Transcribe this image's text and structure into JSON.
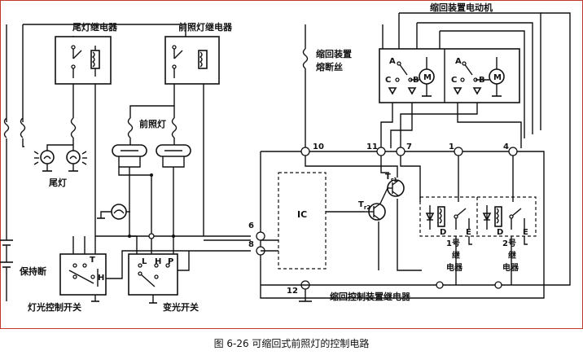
{
  "labels": {
    "tail_relay": "尾灯继电器",
    "headlight_relay": "前照灯继电器",
    "retract_motor": "缩回装置电动机",
    "retract_fuse_1": "缩回装置",
    "retract_fuse_2": "熔断丝",
    "headlight": "前照灯",
    "tail_lamp": "尾灯",
    "ic": "IC",
    "hold_break": "保持断",
    "light_switch": "灯光控制开关",
    "dimmer_switch": "变光开关",
    "retract_relay": "缩回控制装置继电器",
    "relay1_a": "1号",
    "relay1_b": "继",
    "relay1_c": "电器",
    "relay2_a": "2号",
    "relay2_b": "继",
    "relay2_c": "电器",
    "t1": "T",
    "t1_sub": "r1",
    "t2": "T",
    "t2_sub": "r2"
  },
  "terminals": {
    "t10": "10",
    "t11": "11",
    "t7": "7",
    "t1": "1",
    "t4": "4",
    "t6": "6",
    "t8": "8",
    "t12": "12"
  },
  "motor_letters": {
    "a1": "A",
    "b1": "B",
    "c1": "C",
    "a2": "A",
    "b2": "B",
    "c2": "C",
    "m1": "M",
    "m2": "M"
  },
  "relay_letters": {
    "d1": "D",
    "e1": "E",
    "d2": "D",
    "e2": "E"
  },
  "switch_letters": {
    "l": "L",
    "h": "H",
    "p": "P",
    "t": "T",
    "h2": "H"
  },
  "caption": "图 6-26  可缩回式前照灯的控制电路"
}
